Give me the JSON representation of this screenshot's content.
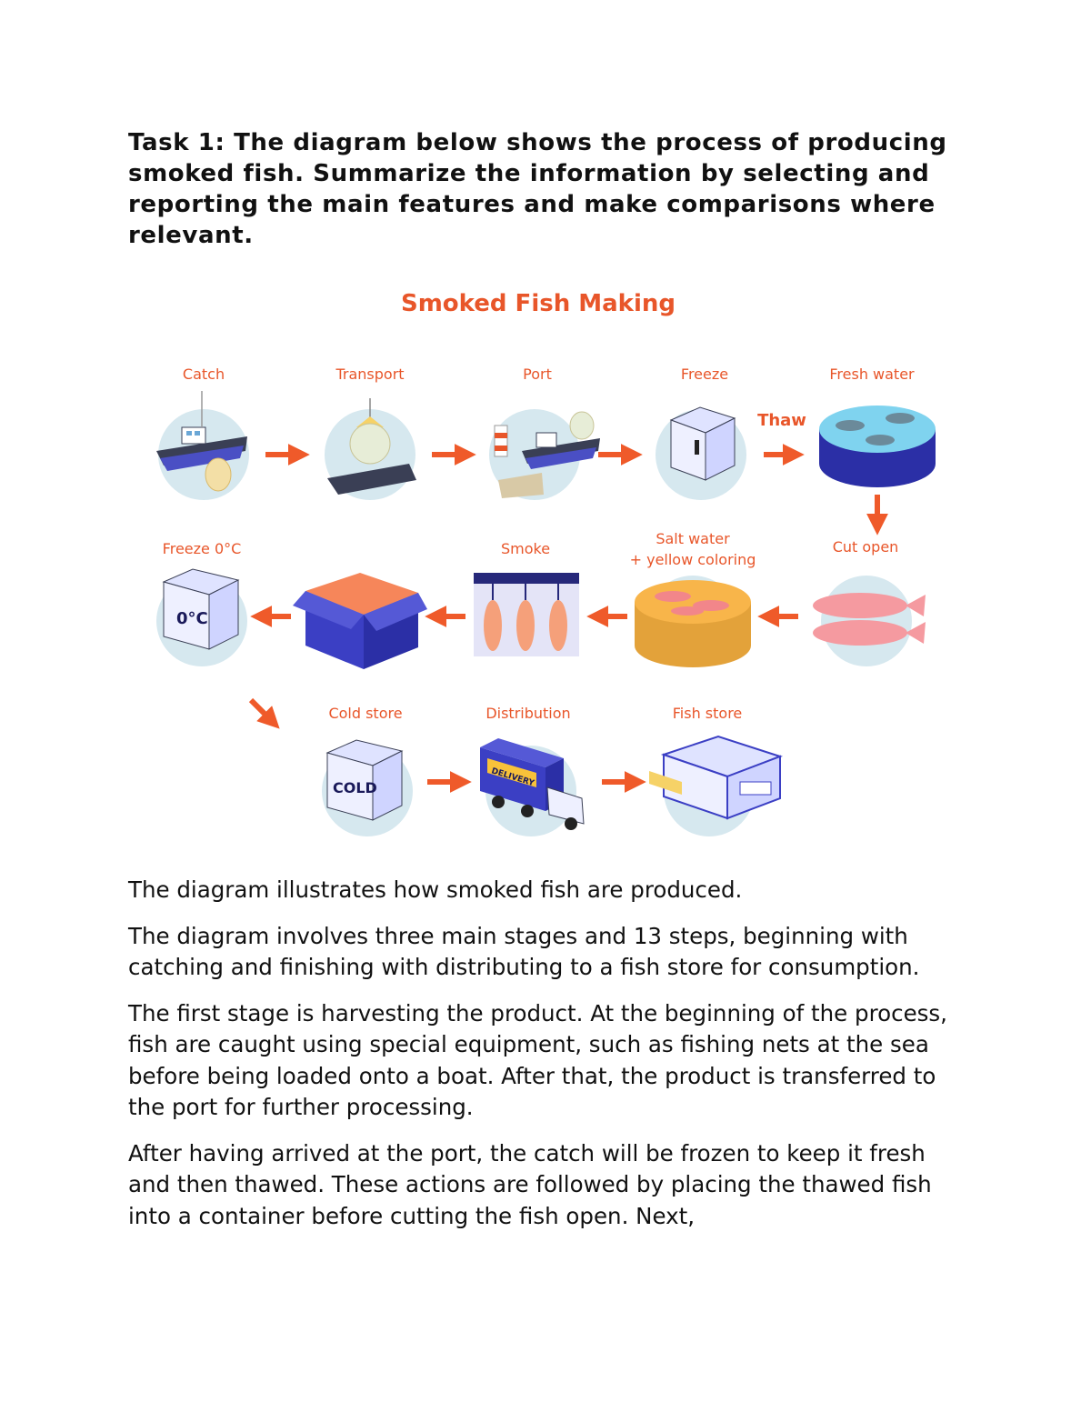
{
  "task": "Task 1: The diagram below shows the process of producing smoked fish. Summarize the information by selecting and reporting the main features and make comparisons where relevant.",
  "diagram": {
    "title": "Smoked Fish Making",
    "accent": "#e8562a",
    "steps": {
      "catch": "Catch",
      "transport": "Transport",
      "port": "Port",
      "freeze": "Freeze",
      "thaw": "Thaw",
      "fresh_water": "Fresh water",
      "cut_open": "Cut open",
      "salt_water": "Salt water",
      "yellow_coloring": "+ yellow coloring",
      "smoke": "Smoke",
      "freeze_zero": "Freeze 0°C",
      "cold_store": "Cold store",
      "distribution": "Distribution",
      "fish_store": "Fish store"
    },
    "icon_text": {
      "zero": "0°C",
      "cold": "COLD",
      "delivery": "DELIVERY"
    }
  },
  "paragraphs": [
    "The diagram illustrates how smoked fish are produced.",
    "The diagram involves three main stages and 13 steps, beginning with catching and finishing with distributing to a fish store for consumption.",
    "The first stage is harvesting the product. At the beginning of the process, fish are caught using special equipment, such as fishing nets at the sea before being loaded onto a boat. After that, the product is transferred to the port for further processing.",
    "After having arrived at the port, the catch will be frozen to keep it fresh and then thawed. These actions are followed by placing the thawed fish into a container before cutting the fish open. Next,"
  ]
}
